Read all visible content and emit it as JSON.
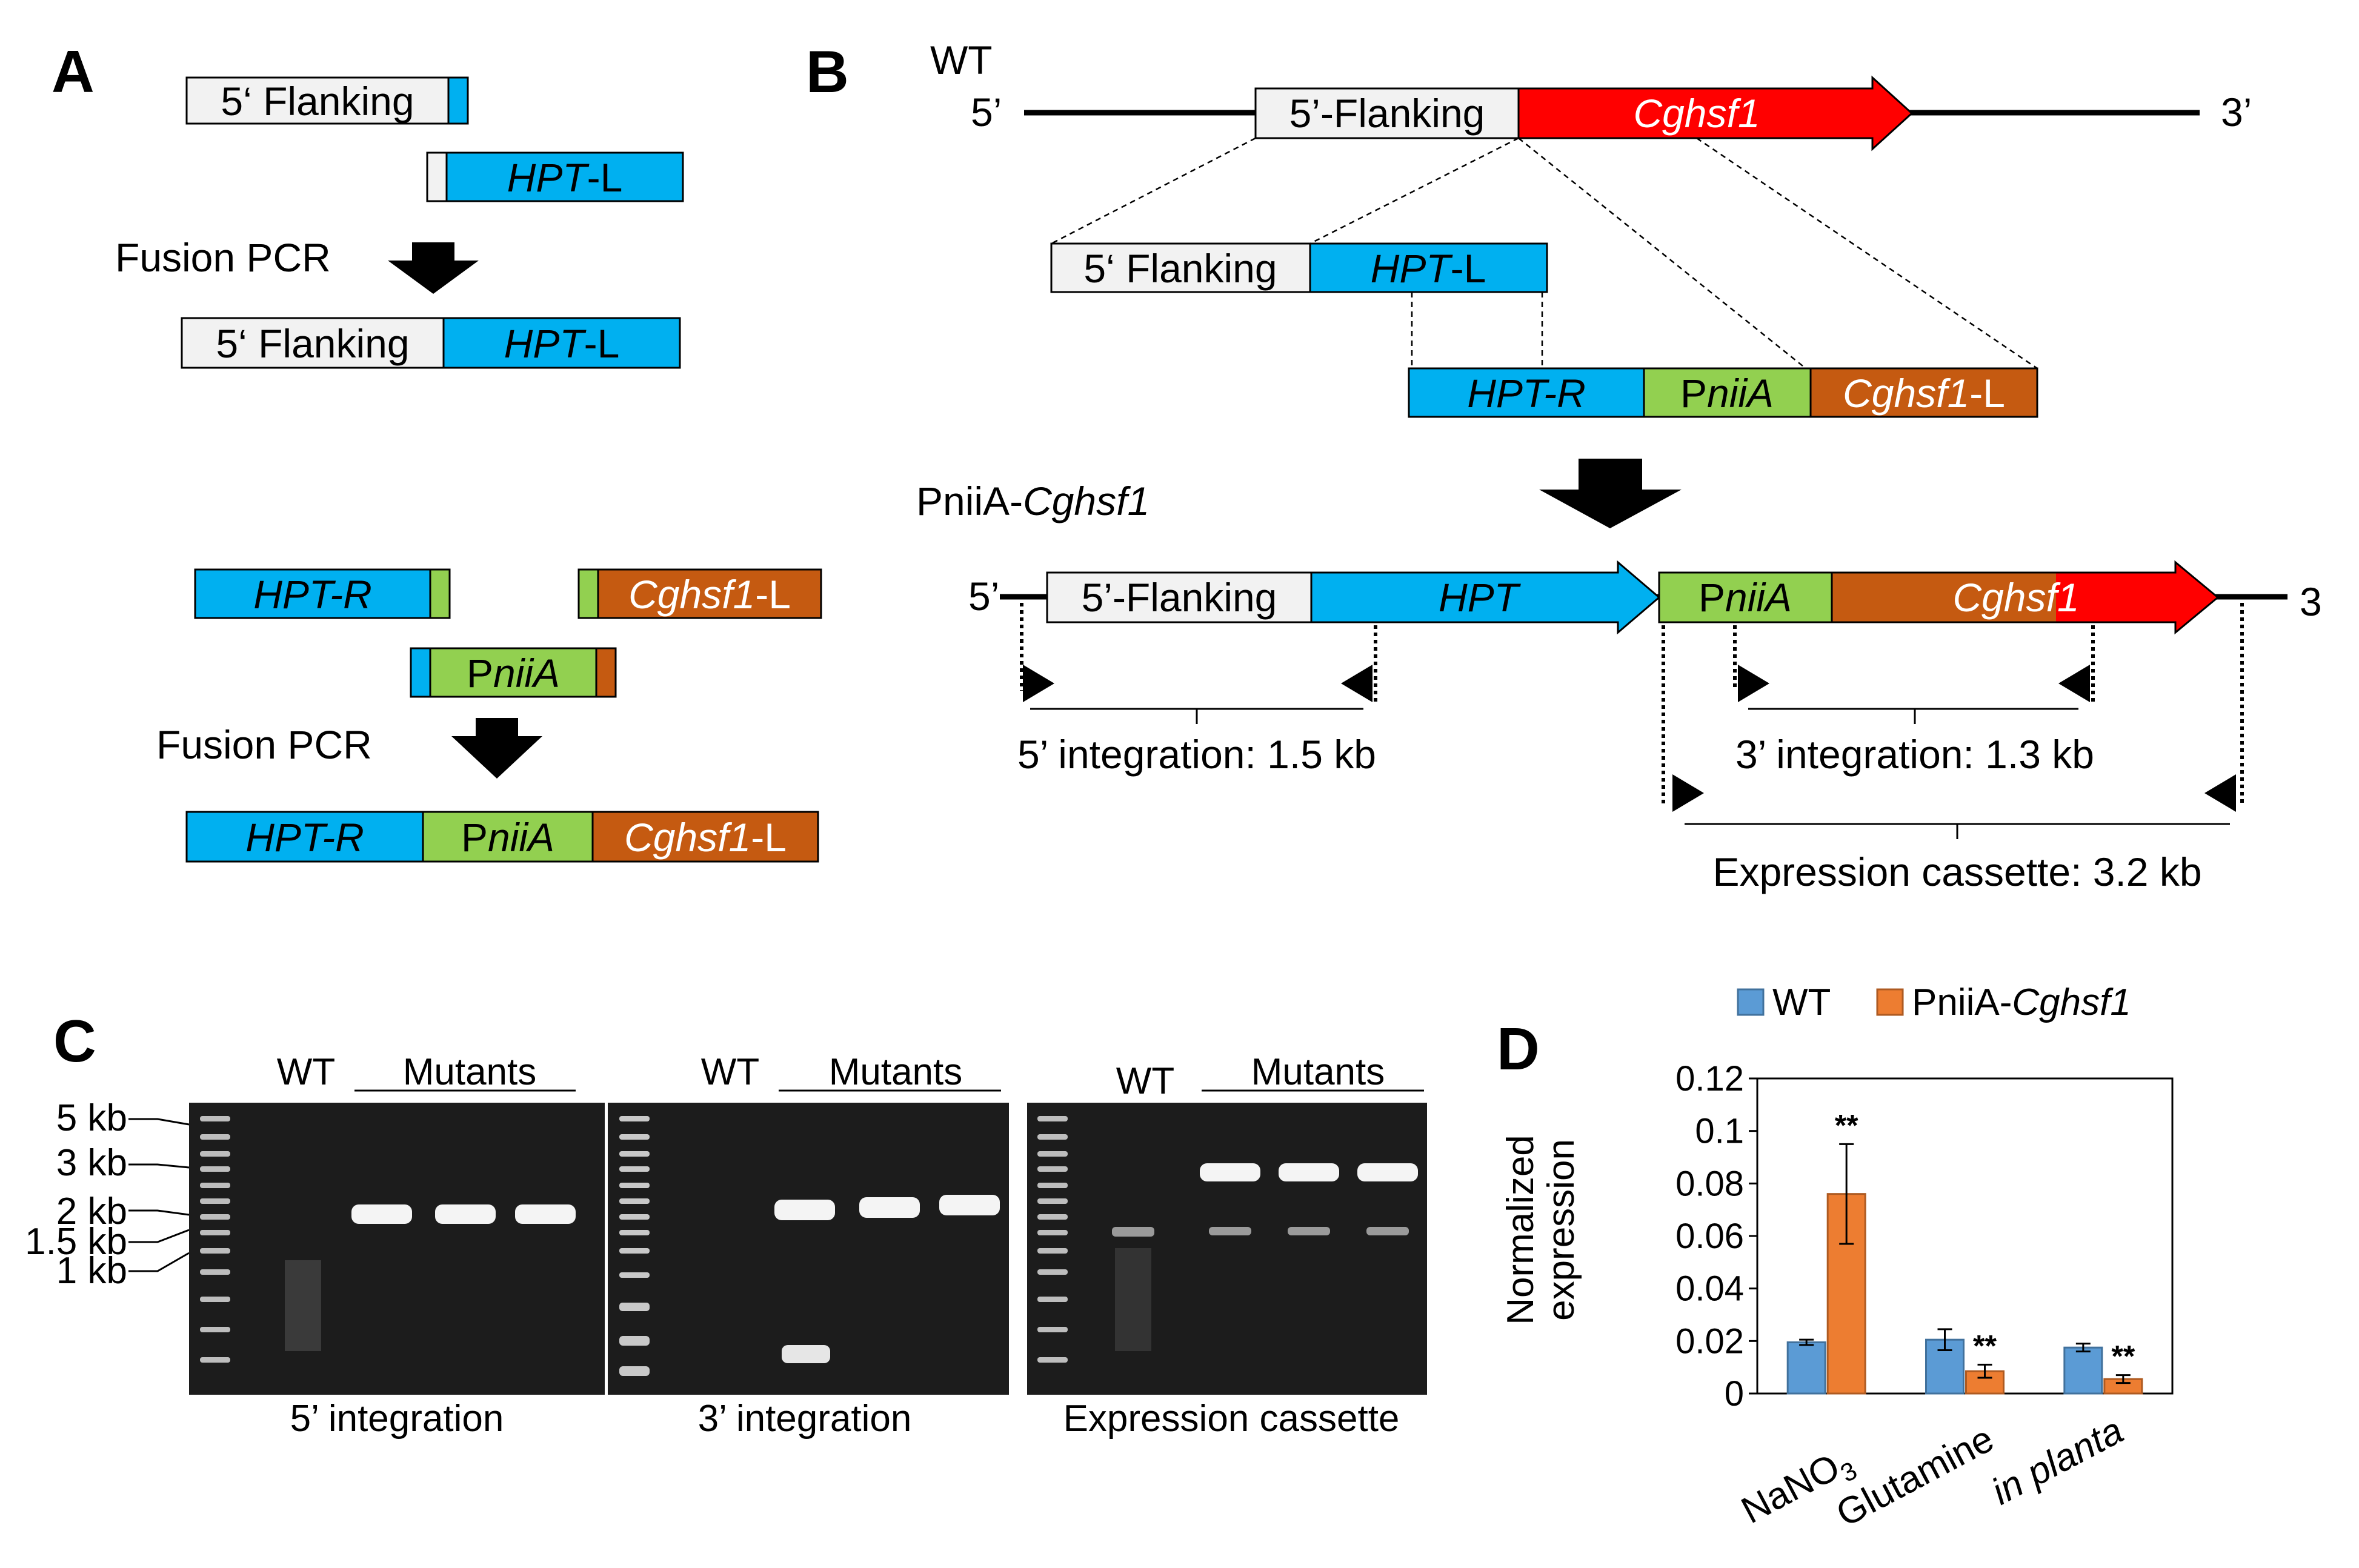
{
  "colors": {
    "grey": "#f2f2f2",
    "blue": "#00b0f0",
    "green": "#92d050",
    "brown": "#c55a11",
    "red": "#ff0000",
    "wt_bar": "#5b9bd5",
    "mut_bar": "#ed7d31"
  },
  "panelA": {
    "letter": "A",
    "flank": "5‘ Flanking",
    "hptl_italic": "HPT",
    "hptl_suffix": "-L",
    "fusion1": "Fusion PCR",
    "hptr": "HPT-R",
    "cg_italic": "Cghsf1",
    "cg_suffix": "-L",
    "pnii_p": "P",
    "pnii_i": "niiA",
    "fusion2": "Fusion PCR"
  },
  "panelB": {
    "letter": "B",
    "wt": "WT",
    "five": "5’",
    "three": "3’",
    "three_short": "3",
    "flanking": "5’-Flanking",
    "cghsf1": "Cghsf1",
    "flank_frag": "5‘ Flanking",
    "hpt": "HPT",
    "hpt_l_suffix": "-L",
    "hpt_r": "HPT-R",
    "pnii_p": "P",
    "pnii_i": "niiA",
    "cg_l_suffix": "-L",
    "mutant_prefix": "PniiA-",
    "mutant_italic": "Cghsf1",
    "int5": "5’ integration: 1.5 kb",
    "int3": "3’ integration: 1.3 kb",
    "cassette": "Expression cassette: 3.2 kb"
  },
  "panelC": {
    "letter": "C",
    "ladder": [
      "5 kb",
      "3 kb",
      "2 kb",
      "1.5 kb",
      "1 kb"
    ],
    "gels": [
      {
        "wt": "WT",
        "mutants": "Mutants",
        "caption": "5’ integration"
      },
      {
        "wt": "WT",
        "mutants": "Mutants",
        "caption": "3’ integration"
      },
      {
        "wt": "WT",
        "mutants": "Mutants",
        "caption": "Expression cassette"
      }
    ]
  },
  "panelD": {
    "letter": "D",
    "ylabel_line1": "Normalized",
    "ylabel_line2": "expression",
    "sig": "**"
  },
  "chart_data": {
    "type": "bar",
    "categories": [
      "NaNO3",
      "Glutamine",
      "in planta"
    ],
    "category_labels": {
      "NaNO3_main": "NaNO",
      "NaNO3_sub": "3"
    },
    "series": [
      {
        "name": "WT",
        "values": [
          0.0195,
          0.0205,
          0.0175
        ],
        "errors": [
          0.001,
          0.004,
          0.0015
        ]
      },
      {
        "name_prefix": "PniiA-",
        "name_italic": "Cghsf1",
        "values": [
          0.076,
          0.0085,
          0.0055
        ],
        "errors": [
          0.019,
          0.0025,
          0.0015
        ]
      }
    ],
    "ylim": [
      0,
      0.12
    ],
    "yticks": [
      "0",
      "0.02",
      "0.04",
      "0.06",
      "0.08",
      "0.1",
      "0.12"
    ],
    "significance": [
      "**",
      "**",
      "**"
    ],
    "legend_position": "top"
  }
}
